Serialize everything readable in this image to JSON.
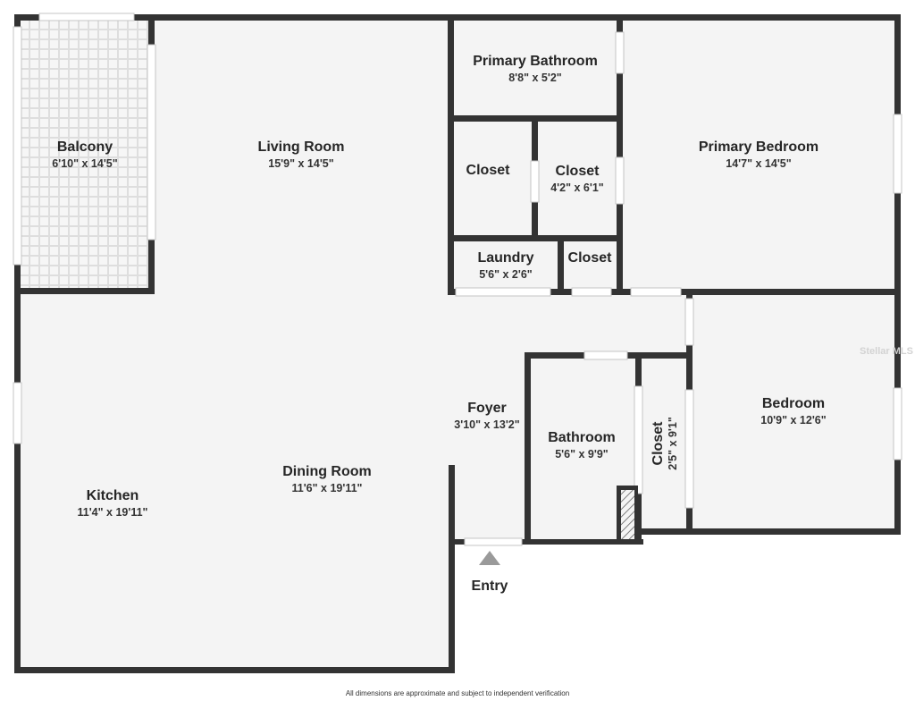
{
  "rooms": {
    "balcony": {
      "name": "Balcony",
      "dims": "6'10\" x 14'5\""
    },
    "living_room": {
      "name": "Living Room",
      "dims": "15'9\" x 14'5\""
    },
    "primary_bathroom": {
      "name": "Primary Bathroom",
      "dims": "8'8\" x 5'2\""
    },
    "closet_a": {
      "name": "Closet",
      "dims": ""
    },
    "closet_b": {
      "name": "Closet",
      "dims": "4'2\" x 6'1\""
    },
    "laundry": {
      "name": "Laundry",
      "dims": "5'6\" x 2'6\""
    },
    "closet_c": {
      "name": "Closet",
      "dims": ""
    },
    "primary_bedroom": {
      "name": "Primary Bedroom",
      "dims": "14'7\" x 14'5\""
    },
    "foyer": {
      "name": "Foyer",
      "dims": "3'10\" x 13'2\""
    },
    "bathroom": {
      "name": "Bathroom",
      "dims": "5'6\" x 9'9\""
    },
    "closet_d": {
      "name": "Closet",
      "dims": "2'5\" x 9'1\""
    },
    "bedroom": {
      "name": "Bedroom",
      "dims": "10'9\" x 12'6\""
    },
    "dining_room": {
      "name": "Dining Room",
      "dims": "11'6\" x 19'11\""
    },
    "kitchen": {
      "name": "Kitchen",
      "dims": "11'4\" x 19'11\""
    }
  },
  "entry": {
    "label": "Entry",
    "marker": "triangle-up-icon"
  },
  "disclaimer": "All dimensions are approximate and subject to independent verification",
  "watermark": "Stellar MLS",
  "colors": {
    "wall": "#333333",
    "floor": "#f4f4f4",
    "window": "#ffffff",
    "balcony_tile": "#e2e2e2",
    "entry_arrow": "#9a9a9a"
  }
}
